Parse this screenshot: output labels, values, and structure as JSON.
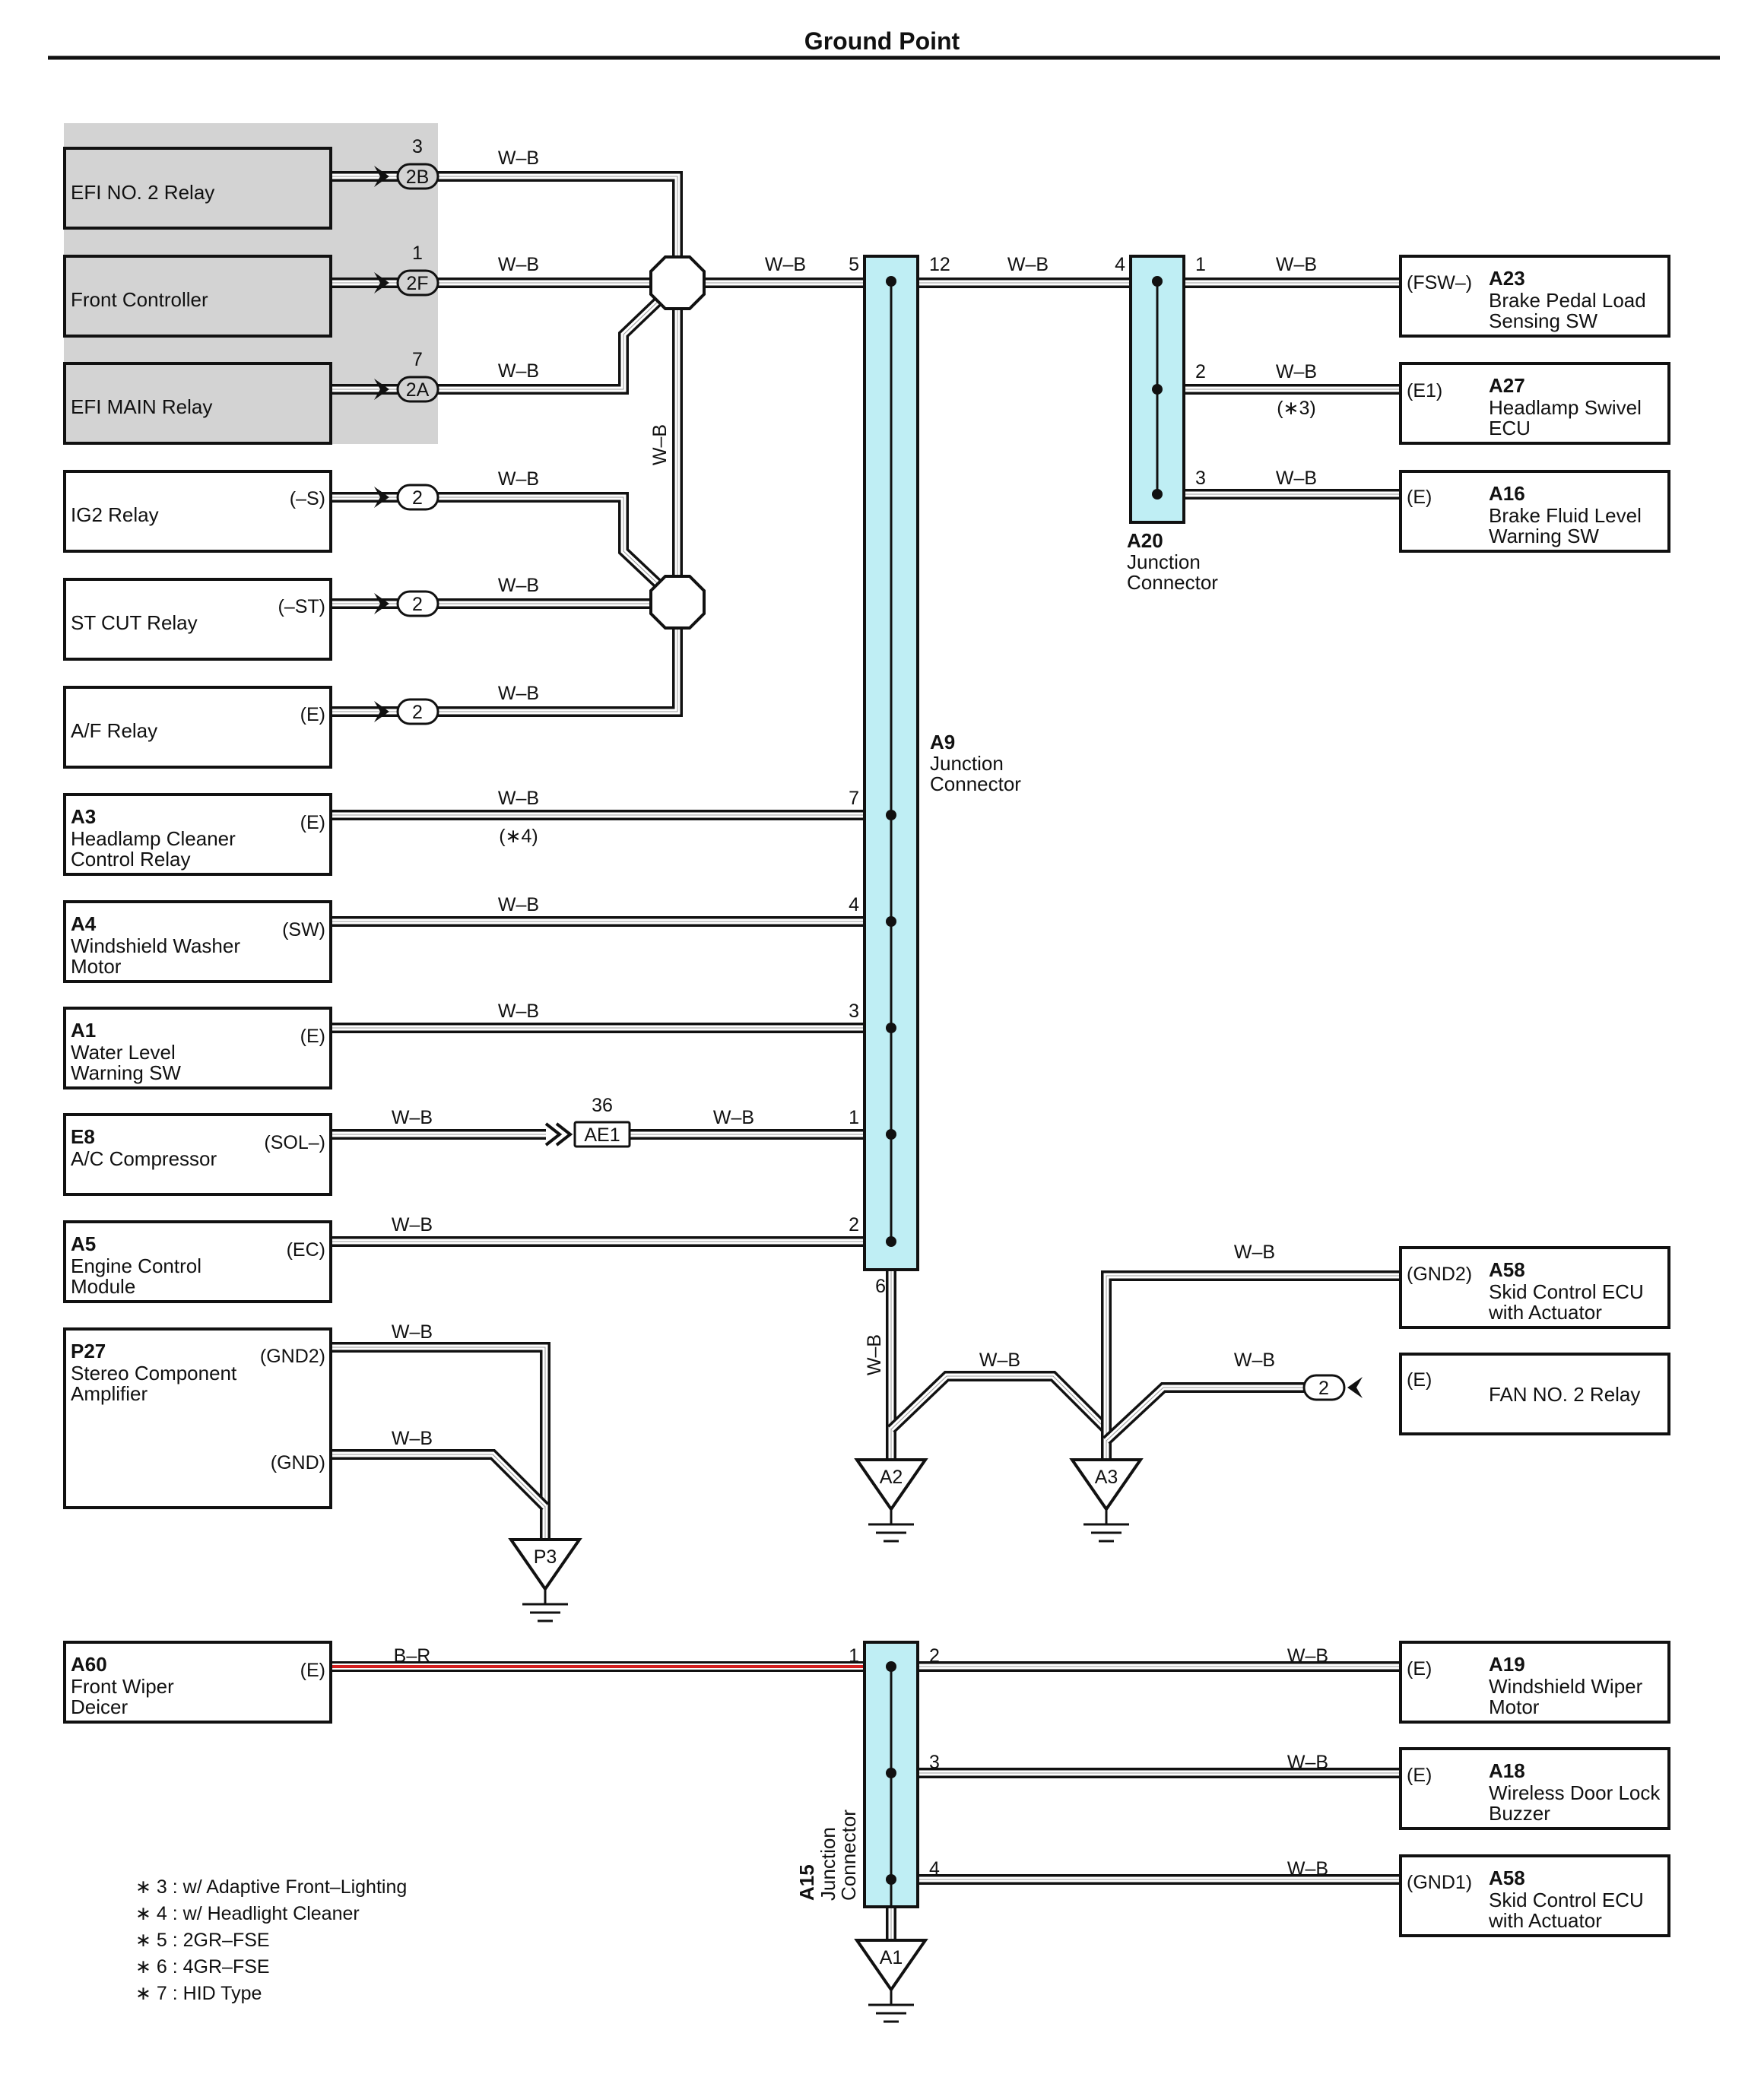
{
  "title": "Ground Point",
  "wire_colors": {
    "white": "#ffffff",
    "black": "#111111",
    "red": "#d42020",
    "gray": "#999999"
  },
  "colors": {
    "shade": "#d3d3d3",
    "junction": "#bfeef4"
  },
  "components": {
    "efi2": {
      "name": "EFI NO. 2 Relay"
    },
    "front_ctrl": {
      "name": "Front Controller"
    },
    "efi_main": {
      "name": "EFI MAIN Relay"
    },
    "ig2": {
      "name": "IG2 Relay",
      "pin": "(–S)"
    },
    "st_cut": {
      "name": "ST CUT Relay",
      "pin": "(–ST)"
    },
    "af": {
      "name": "A/F Relay",
      "pin": "(E)"
    },
    "a3": {
      "code": "A3",
      "line1": "Headlamp Cleaner",
      "line2": "Control Relay",
      "pin": "(E)"
    },
    "a4": {
      "code": "A4",
      "line1": "Windshield Washer",
      "line2": "Motor",
      "pin": "(SW)"
    },
    "a1": {
      "code": "A1",
      "line1": "Water Level",
      "line2": "Warning SW",
      "pin": "(E)"
    },
    "e8": {
      "code": "E8",
      "line1": "A/C Compressor",
      "pin": "(SOL–)"
    },
    "a5": {
      "code": "A5",
      "line1": "Engine Control",
      "line2": "Module",
      "pin": "(EC)"
    },
    "p27": {
      "code": "P27",
      "line1": "Stereo Component",
      "line2": "Amplifier",
      "pin1": "(GND2)",
      "pin2": "(GND)"
    },
    "a60": {
      "code": "A60",
      "line1": "Front Wiper",
      "line2": "Deicer",
      "pin": "(E)"
    },
    "a23": {
      "code": "A23",
      "line1": "Brake Pedal Load",
      "line2": "Sensing SW",
      "pin": "(FSW–)"
    },
    "a27": {
      "code": "A27",
      "line1": "Headlamp Swivel",
      "line2": "ECU",
      "pin": "(E1)"
    },
    "a16": {
      "code": "A16",
      "line1": "Brake Fluid Level",
      "line2": "Warning SW",
      "pin": "(E)"
    },
    "a58a": {
      "code": "A58",
      "line1": "Skid Control ECU",
      "line2": "with Actuator",
      "pin": "(GND2)"
    },
    "fan2": {
      "name": "FAN NO. 2 Relay",
      "pin": "(E)"
    },
    "a19": {
      "code": "A19",
      "line1": "Windshield Wiper",
      "line2": "Motor",
      "pin": "(E)"
    },
    "a18": {
      "code": "A18",
      "line1": "Wireless Door Lock",
      "line2": "Buzzer",
      "pin": "(E)"
    },
    "a58b": {
      "code": "A58",
      "line1": "Skid Control ECU",
      "line2": "with Actuator",
      "pin": "(GND1)"
    }
  },
  "connectors": {
    "c2b": {
      "label": "2B",
      "pin": "3"
    },
    "c2f": {
      "label": "2F",
      "pin": "1"
    },
    "c2a": {
      "label": "2A",
      "pin": "7"
    },
    "c2_ig2": {
      "label": "2"
    },
    "c2_st": {
      "label": "2"
    },
    "c2_af": {
      "label": "2"
    },
    "ae1": {
      "label": "AE1",
      "pin": "36"
    },
    "c2_fan": {
      "label": "2"
    }
  },
  "junctions": {
    "a9": {
      "code": "A9",
      "line1": "Junction",
      "line2": "Connector",
      "pins": [
        "5",
        "12",
        "7",
        "4",
        "3",
        "1",
        "2",
        "6"
      ]
    },
    "a20": {
      "code": "A20",
      "line1": "Junction",
      "line2": "Connector",
      "pins": [
        "4",
        "1",
        "2",
        "3"
      ]
    },
    "a15": {
      "code": "A15",
      "line1": "Junction",
      "line2": "Connector",
      "pins": [
        "1",
        "2",
        "3",
        "4"
      ]
    }
  },
  "grounds": {
    "g_a2": "A2",
    "g_a3": "A3",
    "g_p3": "P3",
    "g_a1": "A1"
  },
  "wire_labels": {
    "wb": "W–B",
    "br": "B–R",
    "n3": "(∗3)",
    "n4": "(∗4)"
  },
  "notes": [
    "∗ 3 : w/ Adaptive Front–Lighting",
    "∗ 4 : w/ Headlight Cleaner",
    "∗ 5 : 2GR–FSE",
    "∗ 6 : 4GR–FSE",
    "∗ 7 : HID Type"
  ]
}
